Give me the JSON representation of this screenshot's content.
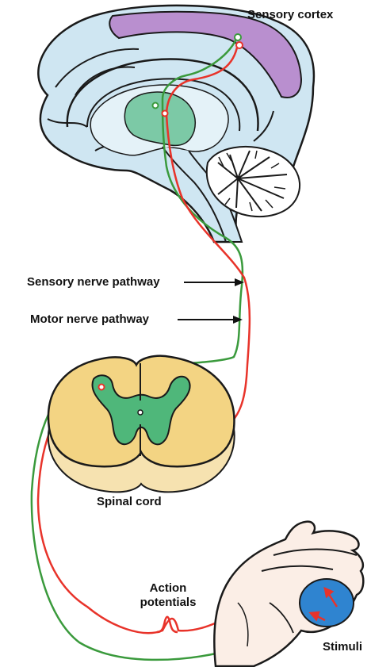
{
  "labels": {
    "sensory_cortex": "Sensory cortex",
    "sensory_pathway": "Sensory nerve pathway",
    "motor_pathway": "Motor nerve pathway",
    "spinal_cord": "Spinal cord",
    "action_potentials": "Action\npotentials",
    "stimuli": "Stimuli"
  },
  "colors": {
    "sensory_nerve": "#e8332a",
    "motor_nerve": "#3a9a3c",
    "brain_fill": "#cfe6f2",
    "cortex_fill": "#b98fcf",
    "thalamus_fill": "#7cc9a6",
    "spinal_cord_fill": "#f3d483",
    "spinal_grey_matter": "#4fb77a",
    "stimulus_object": "#2f84d0",
    "skin": "#fbeee6"
  },
  "icons": {
    "brain": "brain-illustration",
    "spinal_cord": "spinal-cord-cross-section",
    "hand": "hand-illustration"
  }
}
